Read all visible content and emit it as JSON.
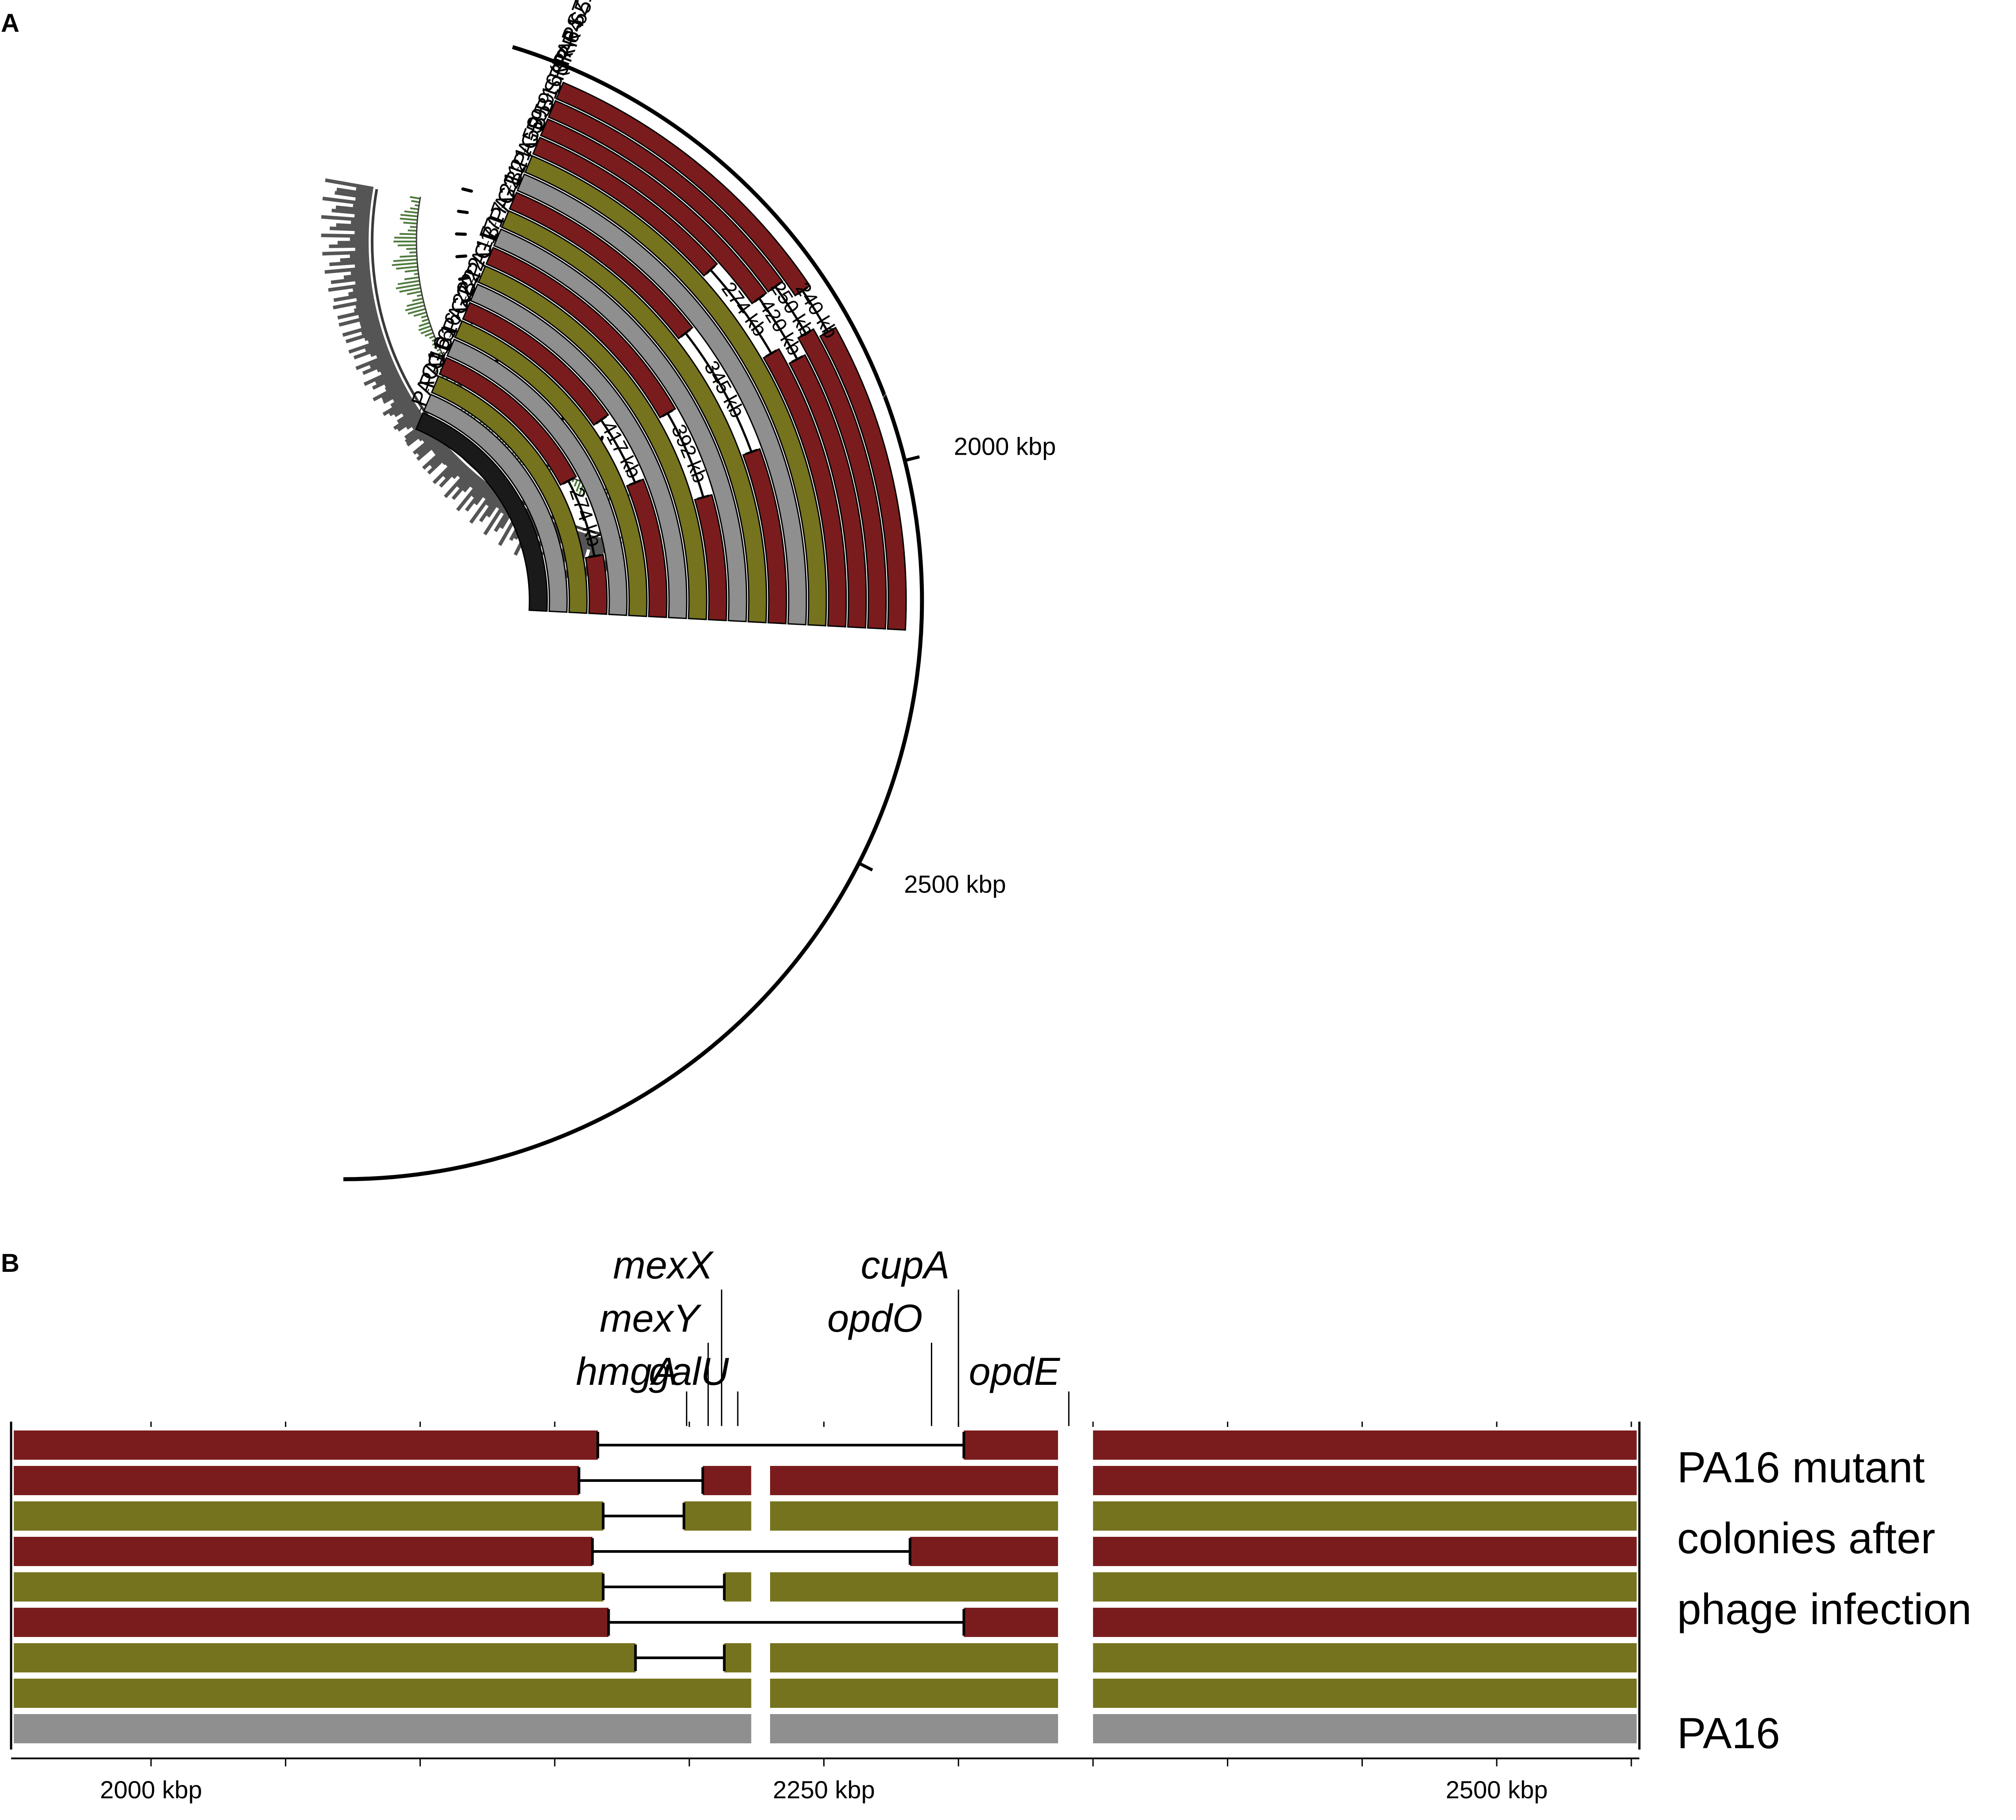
{
  "panels": {
    "a_letter": "A",
    "b_letter": "B"
  },
  "panel_a": {
    "track_labels": [
      "PAO1",
      "PA16",
      "G16",
      "B16",
      "PA22",
      "G22",
      "B22",
      "PA17",
      "G17",
      "B17",
      "PA21",
      "G21",
      "B21",
      "PA59",
      "G59",
      "B59",
      "B16(PAPSZ1)",
      "SRR-64",
      "SRR-65"
    ],
    "track_colors": [
      "black",
      "gray",
      "olive",
      "red",
      "gray",
      "olive",
      "red",
      "gray",
      "olive",
      "red",
      "gray",
      "olive",
      "red",
      "gray",
      "olive",
      "red",
      "red",
      "red",
      "red"
    ],
    "deletion_labels": [
      "274 kb",
      "417 kb",
      "392 kb",
      "345 kb",
      "274 kb",
      "420 kb",
      "250 kb",
      "240 kb"
    ],
    "deletion_tracks": [
      3,
      6,
      9,
      12,
      15,
      16,
      17,
      18
    ],
    "position_labels": [
      "2000 kbp",
      "2500 kbp"
    ]
  },
  "panel_b": {
    "genes": [
      {
        "name": "hmgA",
        "kbp": 2199
      },
      {
        "name": "mexY",
        "kbp": 2207
      },
      {
        "name": "mexX",
        "kbp": 2212
      },
      {
        "name": "galU",
        "kbp": 2218
      },
      {
        "name": "opdO",
        "kbp": 2290
      },
      {
        "name": "cupA",
        "kbp": 2300
      },
      {
        "name": "opdE",
        "kbp": 2341
      }
    ],
    "rows": [
      {
        "color": "red",
        "deletion_kbp": [
          2166,
          2302
        ]
      },
      {
        "color": "red",
        "deletion_kbp": [
          2159,
          2205
        ]
      },
      {
        "color": "olive",
        "deletion_kbp": [
          2168,
          2198
        ]
      },
      {
        "color": "red",
        "deletion_kbp": [
          2164,
          2282
        ]
      },
      {
        "color": "olive",
        "deletion_kbp": [
          2168,
          2213
        ]
      },
      {
        "color": "red",
        "deletion_kbp": [
          2170,
          2302
        ]
      },
      {
        "color": "olive",
        "deletion_kbp": [
          2180,
          2213
        ]
      },
      {
        "color": "olive",
        "deletion_kbp": null
      },
      {
        "color": "gray",
        "deletion_kbp": null
      }
    ],
    "axis_labels": [
      {
        "kbp": 2000,
        "label": "2000 kbp"
      },
      {
        "kbp": 2250,
        "label": "2250 kbp"
      },
      {
        "kbp": 2500,
        "label": "2500 kbp"
      }
    ],
    "mutant_label_lines": [
      "PA16 mutant",
      "colonies after",
      "phage infection"
    ],
    "reference_label": "PA16"
  },
  "colors": {
    "red": "#7a1c1d",
    "olive": "#76731e",
    "gray": "#8f8f8f",
    "black": "#1a1a1a",
    "gc_green": "#4f7a3d",
    "skew_gray": "#555555"
  }
}
